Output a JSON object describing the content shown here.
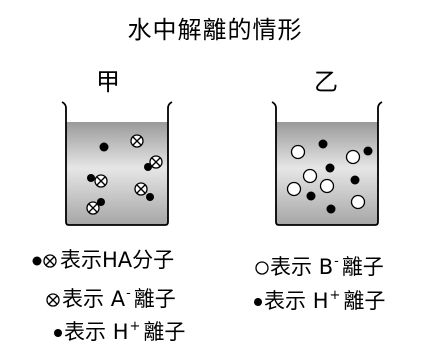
{
  "title": "水中解離的情形",
  "beakers": {
    "left_label": "甲",
    "right_label": "乙"
  },
  "legend": {
    "ha_text": "表示HA分子",
    "a_text_1": "表示",
    "a_ion": "A",
    "a_charge": "-",
    "a_text_2": "離子",
    "h_left_text_1": "表示",
    "h_left_ion": "H",
    "h_left_charge": "+",
    "h_left_text_2": "離子",
    "b_text_1": "表示",
    "b_ion": "B",
    "b_charge": "-",
    "b_text_2": "離子",
    "h_right_text_1": "表示",
    "h_right_ion": "H",
    "h_right_charge": "+",
    "h_right_text_2": "離子"
  },
  "colors": {
    "liquid_top": "#9a9a9a",
    "liquid_mid": "#e4e4e4",
    "liquid_bottom": "#a8a8a8",
    "outline": "#000000"
  }
}
